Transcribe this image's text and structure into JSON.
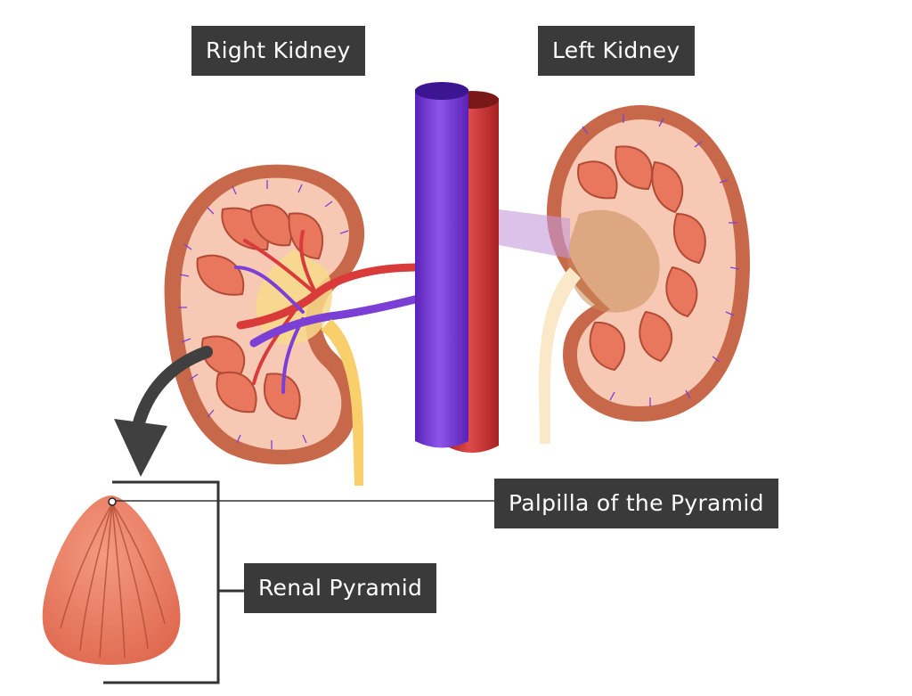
{
  "labels": {
    "right_kidney": "Right Kidney",
    "left_kidney": "Left Kidney",
    "papilla": "Palpilla of the Pyramid",
    "renal_pyramid": "Renal Pyramid"
  },
  "colors": {
    "label_bg": "#3a3a3a",
    "label_text": "#ffffff",
    "capsule": "#c8684a",
    "cortex": "#f7c9b4",
    "pyramid": "#e8775e",
    "artery": "#d93a3a",
    "vein": "#7b3fd6",
    "ureter": "#f8cf6a",
    "pointer_arrow": "#404040"
  }
}
